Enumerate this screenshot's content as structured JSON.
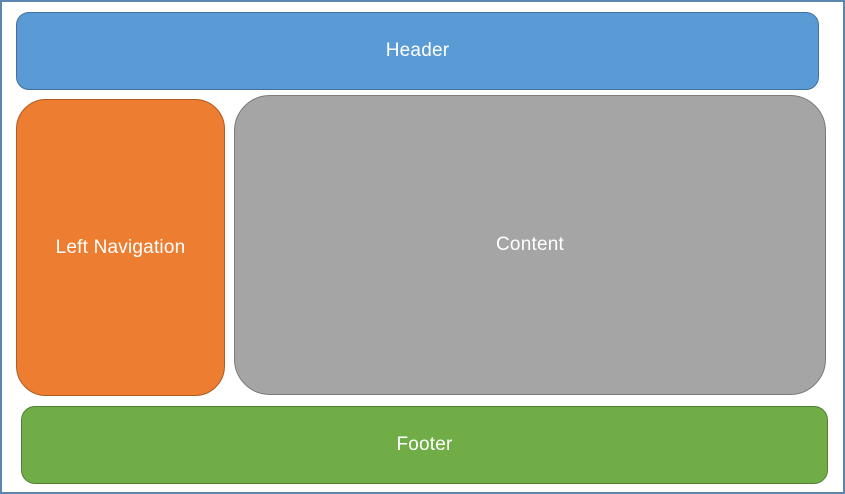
{
  "colors": {
    "canvas_border": "#5c85b0",
    "background": "#ffffff"
  },
  "blocks": {
    "header": {
      "label": "Header",
      "fill": "#5B9BD5",
      "border": "#41719C",
      "text_color": "#FFFFFF"
    },
    "left_nav": {
      "label": "Left Navigation",
      "fill": "#ED7D31",
      "border": "#AE5A21",
      "text_color": "#FFFFFF"
    },
    "content": {
      "label": "Content",
      "fill": "#A5A5A5",
      "border": "#7B7B7B",
      "text_color": "#FFFFFF"
    },
    "footer": {
      "label": "Footer",
      "fill": "#70AD47",
      "border": "#507E32",
      "text_color": "#FFFFFF"
    }
  }
}
